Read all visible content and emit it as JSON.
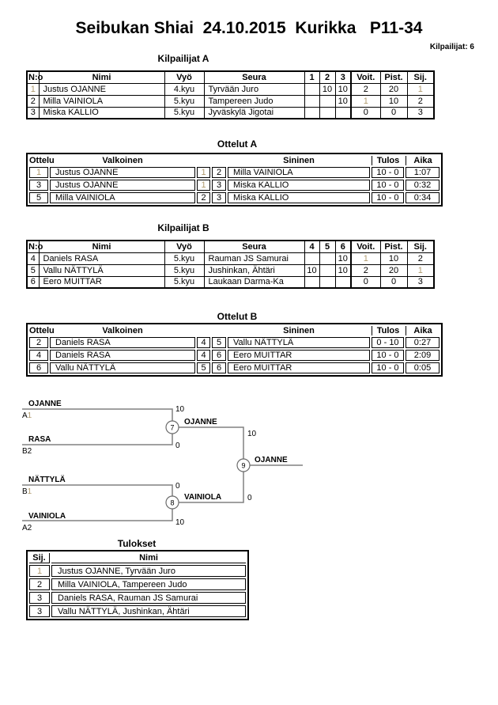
{
  "page": {
    "title": "Seibukan Shiai  24.10.2015  Kurikka   P11-34",
    "participants_label": "Kilpailijat: 6"
  },
  "colors": {
    "border": "#000000",
    "bracket_line": "#808080",
    "faint_digit": "#b09a6e"
  },
  "sections": {
    "pool_a": {
      "heading": "Kilpailijat A",
      "headers": [
        "N:o",
        "Nimi",
        "Vyö",
        "Seura",
        "1",
        "2",
        "3",
        "Voit.",
        "Pist.",
        "Sij."
      ],
      "rows": [
        [
          "1",
          "Justus OJANNE",
          "4.kyu",
          "Tyrvään Juro",
          "",
          "10",
          "10",
          "2",
          "20",
          "1"
        ],
        [
          "2",
          "Milla VAINIOLA",
          "5.kyu",
          "Tampereen Judo",
          "",
          "",
          "10",
          "1",
          "10",
          "2"
        ],
        [
          "3",
          "Miska KALLIO",
          "5.kyu",
          "Jyväskylä Jigotai",
          "",
          "",
          "",
          "0",
          "0",
          "3"
        ]
      ]
    },
    "matches_a": {
      "heading": "Ottelut A",
      "headers": [
        "Ottelu",
        "Valkoinen",
        "Sininen",
        "Tulos",
        "Aika"
      ],
      "rows": [
        [
          "1",
          "Justus OJANNE",
          "1",
          "2",
          "Milla VAINIOLA",
          "10 - 0",
          "1:07"
        ],
        [
          "3",
          "Justus OJANNE",
          "1",
          "3",
          "Miska KALLIO",
          "10 - 0",
          "0:32"
        ],
        [
          "5",
          "Milla VAINIOLA",
          "2",
          "3",
          "Miska KALLIO",
          "10 - 0",
          "0:34"
        ]
      ]
    },
    "pool_b": {
      "heading": "Kilpailijat B",
      "headers": [
        "N:o",
        "Nimi",
        "Vyö",
        "Seura",
        "4",
        "5",
        "6",
        "Voit.",
        "Pist.",
        "Sij."
      ],
      "rows": [
        [
          "4",
          "Daniels RASA",
          "5.kyu",
          "Rauman JS Samurai",
          "",
          "",
          "10",
          "1",
          "10",
          "2"
        ],
        [
          "5",
          "Vallu NÄTTYLÄ",
          "5.kyu",
          "Jushinkan, Ähtäri",
          "10",
          "",
          "10",
          "2",
          "20",
          "1"
        ],
        [
          "6",
          "Eero MUITTAR",
          "5.kyu",
          "Laukaan Darma-Ka",
          "",
          "",
          "",
          "0",
          "0",
          "3"
        ]
      ]
    },
    "matches_b": {
      "heading": "Ottelut B",
      "headers": [
        "Ottelu",
        "Valkoinen",
        "Sininen",
        "Tulos",
        "Aika"
      ],
      "rows": [
        [
          "2",
          "Daniels RASA",
          "4",
          "5",
          "Vallu NÄTTYLÄ",
          "0 - 10",
          "0:27"
        ],
        [
          "4",
          "Daniels RASA",
          "4",
          "6",
          "Eero MUITTAR",
          "10 - 0",
          "2:09"
        ],
        [
          "6",
          "Vallu NÄTTYLÄ",
          "5",
          "6",
          "Eero MUITTAR",
          "10 - 0",
          "0:05"
        ]
      ]
    },
    "bracket": {
      "sf1": {
        "no": "7",
        "top_name": "OJANNE",
        "top_seed": "A1",
        "top_score": "10",
        "bottom_name": "RASA",
        "bottom_seed": "B2",
        "bottom_score": "0",
        "winner": "OJANNE",
        "winner_score": "10"
      },
      "sf2": {
        "no": "8",
        "top_name": "NÄTTYLÄ",
        "top_seed": "B1",
        "top_score": "0",
        "bottom_name": "VAINIOLA",
        "bottom_seed": "A2",
        "bottom_score": "10",
        "winner": "VAINIOLA",
        "winner_score": "0"
      },
      "final": {
        "no": "9",
        "winner": "OJANNE"
      }
    },
    "results": {
      "heading": "Tulokset",
      "headers": [
        "Sij.",
        "Nimi"
      ],
      "rows": [
        [
          "1",
          "Justus OJANNE, Tyrvään Juro"
        ],
        [
          "2",
          "Milla VAINIOLA, Tampereen Judo"
        ],
        [
          "3",
          "Daniels RASA, Rauman JS Samurai"
        ],
        [
          "3",
          "Vallu NÄTTYLÄ, Jushinkan, Ähtäri"
        ]
      ]
    }
  }
}
